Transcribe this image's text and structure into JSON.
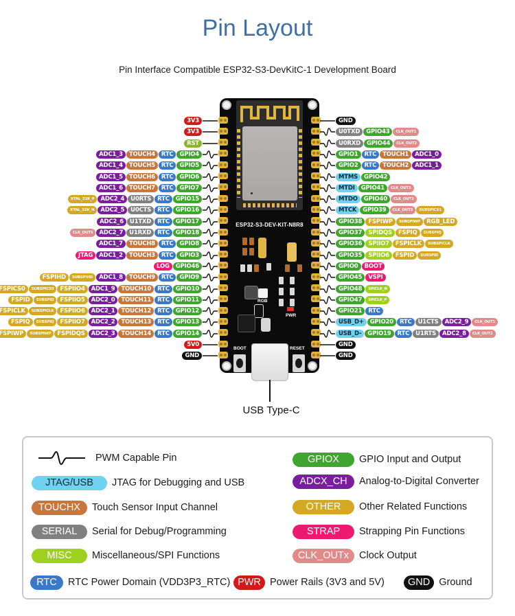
{
  "header": {
    "title": "Pin Layout",
    "subtitle": "Pin Interface Compatible ESP32-S3-DevKitC-1 Development Board"
  },
  "colors": {
    "PWR": "#d21a1a",
    "GND": "#111111",
    "RST": "#8db42a",
    "GPIO": "#3fa52e",
    "RTC": "#3a78c8",
    "TOUCH": "#c8763b",
    "ADC": "#7a1ea0",
    "SERIAL": "#808080",
    "JTAG": "#6fd3ef",
    "OTHER": "#d4a823",
    "MISC": "#9ed11f",
    "STRAP": "#ee1a72",
    "CLK": "#e08a8a",
    "title": "#3f6fa3"
  },
  "board": {
    "model": "ESP32-S3-DEV-KIT-N8R8",
    "labels": {
      "rgb": "RGB",
      "pwr": "PWR",
      "boot": "BOOT",
      "reset": "RESET"
    },
    "usb_label": "USB Type-C"
  },
  "left_pins": [
    {
      "pwm": false,
      "pills": [
        {
          "t": "3V3",
          "c": "PWR"
        }
      ]
    },
    {
      "pwm": false,
      "pills": [
        {
          "t": "3V3",
          "c": "PWR"
        }
      ]
    },
    {
      "pwm": false,
      "pills": [
        {
          "t": "RST",
          "c": "RST"
        }
      ]
    },
    {
      "pwm": true,
      "pills": [
        {
          "t": "GPIO4",
          "c": "GPIO"
        },
        {
          "t": "RTC",
          "c": "RTC"
        },
        {
          "t": "TOUCH4",
          "c": "TOUCH"
        },
        {
          "t": "ADC1_3",
          "c": "ADC"
        }
      ]
    },
    {
      "pwm": true,
      "pills": [
        {
          "t": "GPIO5",
          "c": "GPIO"
        },
        {
          "t": "RTC",
          "c": "RTC"
        },
        {
          "t": "TOUCH5",
          "c": "TOUCH"
        },
        {
          "t": "ADC1_4",
          "c": "ADC"
        }
      ]
    },
    {
      "pwm": true,
      "pills": [
        {
          "t": "GPIO6",
          "c": "GPIO"
        },
        {
          "t": "RTC",
          "c": "RTC"
        },
        {
          "t": "TOUCH6",
          "c": "TOUCH"
        },
        {
          "t": "ADC1_5",
          "c": "ADC"
        }
      ]
    },
    {
      "pwm": true,
      "pills": [
        {
          "t": "GPIO7",
          "c": "GPIO"
        },
        {
          "t": "RTC",
          "c": "RTC"
        },
        {
          "t": "TOUCH7",
          "c": "TOUCH"
        },
        {
          "t": "ADC1_6",
          "c": "ADC"
        }
      ]
    },
    {
      "pwm": true,
      "pills": [
        {
          "t": "GPIO15",
          "c": "GPIO"
        },
        {
          "t": "RTC",
          "c": "RTC"
        },
        {
          "t": "U0RTS",
          "c": "SERIAL"
        },
        {
          "t": "ADC2_4",
          "c": "ADC"
        },
        {
          "t": "XTAL_32K_P",
          "c": "OTHER",
          "sm": true
        }
      ]
    },
    {
      "pwm": true,
      "pills": [
        {
          "t": "GPIO16",
          "c": "GPIO"
        },
        {
          "t": "RTC",
          "c": "RTC"
        },
        {
          "t": "U0CTS",
          "c": "SERIAL"
        },
        {
          "t": "ADC2_5",
          "c": "ADC"
        },
        {
          "t": "XTAL_32K_N",
          "c": "OTHER",
          "sm": true
        }
      ]
    },
    {
      "pwm": true,
      "pills": [
        {
          "t": "GPIO17",
          "c": "GPIO"
        },
        {
          "t": "RTC",
          "c": "RTC"
        },
        {
          "t": "U1TXD",
          "c": "SERIAL"
        },
        {
          "t": "ADC2_6",
          "c": "ADC"
        }
      ]
    },
    {
      "pwm": true,
      "pills": [
        {
          "t": "GPIO18",
          "c": "GPIO"
        },
        {
          "t": "RTC",
          "c": "RTC"
        },
        {
          "t": "U1RXD",
          "c": "SERIAL"
        },
        {
          "t": "ADC2_7",
          "c": "ADC"
        },
        {
          "t": "CLK_OUT3",
          "c": "CLK",
          "sm": true
        }
      ]
    },
    {
      "pwm": true,
      "pills": [
        {
          "t": "GPIO8",
          "c": "GPIO"
        },
        {
          "t": "RTC",
          "c": "RTC"
        },
        {
          "t": "TOUCH8",
          "c": "TOUCH"
        },
        {
          "t": "ADC1_7",
          "c": "ADC"
        }
      ]
    },
    {
      "pwm": true,
      "pills": [
        {
          "t": "GPIO3",
          "c": "GPIO"
        },
        {
          "t": "RTC",
          "c": "RTC"
        },
        {
          "t": "TOUCH3",
          "c": "TOUCH"
        },
        {
          "t": "ADC1_2",
          "c": "ADC"
        },
        {
          "t": "JTAG",
          "c": "STRAP"
        }
      ]
    },
    {
      "pwm": true,
      "pills": [
        {
          "t": "GPIO46",
          "c": "GPIO"
        },
        {
          "t": "LOG",
          "c": "STRAP"
        }
      ]
    },
    {
      "pwm": true,
      "pills": [
        {
          "t": "GPIO9",
          "c": "GPIO"
        },
        {
          "t": "RTC",
          "c": "RTC"
        },
        {
          "t": "TOUCH9",
          "c": "TOUCH"
        },
        {
          "t": "ADC1_8",
          "c": "ADC"
        },
        {
          "t": "SUBSPIHD",
          "c": "OTHER",
          "sm": true
        },
        {
          "t": "FSPIHD",
          "c": "OTHER"
        }
      ]
    },
    {
      "pwm": true,
      "pills": [
        {
          "t": "GPIO10",
          "c": "GPIO"
        },
        {
          "t": "RTC",
          "c": "RTC"
        },
        {
          "t": "TOUCH10",
          "c": "TOUCH"
        },
        {
          "t": "ADC1_9",
          "c": "ADC"
        },
        {
          "t": "FSPIIO4",
          "c": "OTHER"
        },
        {
          "t": "SUBSPICS0",
          "c": "OTHER",
          "sm": true
        },
        {
          "t": "FSPICS0",
          "c": "OTHER"
        }
      ]
    },
    {
      "pwm": true,
      "pills": [
        {
          "t": "GPIO11",
          "c": "GPIO"
        },
        {
          "t": "RTC",
          "c": "RTC"
        },
        {
          "t": "TOUCH11",
          "c": "TOUCH"
        },
        {
          "t": "ADC2_0",
          "c": "ADC"
        },
        {
          "t": "FSPIIO5",
          "c": "OTHER"
        },
        {
          "t": "SUBSPID",
          "c": "OTHER",
          "sm": true
        },
        {
          "t": "FSPID",
          "c": "OTHER"
        }
      ]
    },
    {
      "pwm": true,
      "pills": [
        {
          "t": "GPIO12",
          "c": "GPIO"
        },
        {
          "t": "RTC",
          "c": "RTC"
        },
        {
          "t": "TOUCH12",
          "c": "TOUCH"
        },
        {
          "t": "ADC2_1",
          "c": "ADC"
        },
        {
          "t": "FSPIIO6",
          "c": "OTHER"
        },
        {
          "t": "SUBSPICLK",
          "c": "OTHER",
          "sm": true
        },
        {
          "t": "FSPICLK",
          "c": "OTHER"
        }
      ]
    },
    {
      "pwm": true,
      "pills": [
        {
          "t": "GPIO13",
          "c": "GPIO"
        },
        {
          "t": "RTC",
          "c": "RTC"
        },
        {
          "t": "TOUCH13",
          "c": "TOUCH"
        },
        {
          "t": "ADC2_2",
          "c": "ADC"
        },
        {
          "t": "FSPIIO7",
          "c": "OTHER"
        },
        {
          "t": "SUBSPIQ",
          "c": "OTHER",
          "sm": true
        },
        {
          "t": "FSPIQ",
          "c": "OTHER"
        }
      ]
    },
    {
      "pwm": true,
      "pills": [
        {
          "t": "GPIO14",
          "c": "GPIO"
        },
        {
          "t": "RTC",
          "c": "RTC"
        },
        {
          "t": "TOUCH14",
          "c": "TOUCH"
        },
        {
          "t": "ADC2_3",
          "c": "ADC"
        },
        {
          "t": "FSPIDQS",
          "c": "OTHER"
        },
        {
          "t": "SUBSPIWP",
          "c": "OTHER",
          "sm": true
        },
        {
          "t": "FSPIWP",
          "c": "OTHER"
        }
      ]
    },
    {
      "pwm": false,
      "pills": [
        {
          "t": "5V0",
          "c": "PWR"
        }
      ]
    },
    {
      "pwm": false,
      "pills": [
        {
          "t": "GND",
          "c": "GND"
        }
      ]
    }
  ],
  "right_pins": [
    {
      "pwm": false,
      "pills": [
        {
          "t": "GND",
          "c": "GND"
        }
      ]
    },
    {
      "pwm": true,
      "pills": [
        {
          "t": "U0TXD",
          "c": "SERIAL"
        },
        {
          "t": "GPIO43",
          "c": "GPIO"
        },
        {
          "t": "CLK_OUT1",
          "c": "CLK",
          "sm": true
        }
      ]
    },
    {
      "pwm": true,
      "pills": [
        {
          "t": "U0RXD",
          "c": "SERIAL"
        },
        {
          "t": "GPIO44",
          "c": "GPIO"
        },
        {
          "t": "CLK_OUT2",
          "c": "CLK",
          "sm": true
        }
      ]
    },
    {
      "pwm": true,
      "pills": [
        {
          "t": "GPIO1",
          "c": "GPIO"
        },
        {
          "t": "RTC",
          "c": "RTC"
        },
        {
          "t": "TOUCH1",
          "c": "TOUCH"
        },
        {
          "t": "ADC1_0",
          "c": "ADC"
        }
      ]
    },
    {
      "pwm": true,
      "pills": [
        {
          "t": "GPIO2",
          "c": "GPIO"
        },
        {
          "t": "RTC",
          "c": "RTC"
        },
        {
          "t": "TOUCH2",
          "c": "TOUCH"
        },
        {
          "t": "ADC1_1",
          "c": "ADC"
        }
      ]
    },
    {
      "pwm": true,
      "pills": [
        {
          "t": "MTMS",
          "c": "JTAG",
          "dark": true
        },
        {
          "t": "GPIO42",
          "c": "GPIO"
        }
      ]
    },
    {
      "pwm": true,
      "pills": [
        {
          "t": "MTDI",
          "c": "JTAG",
          "dark": true
        },
        {
          "t": "GPIO41",
          "c": "GPIO"
        },
        {
          "t": "CLK_OUT1",
          "c": "CLK",
          "sm": true
        }
      ]
    },
    {
      "pwm": true,
      "pills": [
        {
          "t": "MTDO",
          "c": "JTAG",
          "dark": true
        },
        {
          "t": "GPIO40",
          "c": "GPIO"
        },
        {
          "t": "CLK_OUT2",
          "c": "CLK",
          "sm": true
        }
      ]
    },
    {
      "pwm": true,
      "pills": [
        {
          "t": "MTCK",
          "c": "JTAG",
          "dark": true
        },
        {
          "t": "GPIO39",
          "c": "GPIO"
        },
        {
          "t": "CLK_OUT3",
          "c": "CLK",
          "sm": true
        },
        {
          "t": "SUBSPICS1",
          "c": "OTHER",
          "sm": true
        }
      ]
    },
    {
      "pwm": true,
      "pills": [
        {
          "t": "GPIO38",
          "c": "GPIO"
        },
        {
          "t": "FSPIWP",
          "c": "OTHER"
        },
        {
          "t": "SUBSPIWP",
          "c": "OTHER",
          "sm": true
        },
        {
          "t": "RGB_LED",
          "c": "OTHER"
        }
      ]
    },
    {
      "pwm": true,
      "pills": [
        {
          "t": "GPIO37",
          "c": "GPIO"
        },
        {
          "t": "SPIDQS",
          "c": "MISC"
        },
        {
          "t": "FSPIQ",
          "c": "OTHER"
        },
        {
          "t": "SUBSPIQ",
          "c": "OTHER",
          "sm": true
        }
      ]
    },
    {
      "pwm": true,
      "pills": [
        {
          "t": "GPIO36",
          "c": "GPIO"
        },
        {
          "t": "SPIIO7",
          "c": "MISC"
        },
        {
          "t": "FSPICLK",
          "c": "OTHER"
        },
        {
          "t": "SUBSPICLK",
          "c": "OTHER",
          "sm": true
        }
      ]
    },
    {
      "pwm": true,
      "pills": [
        {
          "t": "GPIO35",
          "c": "GPIO"
        },
        {
          "t": "SPIIO6",
          "c": "MISC"
        },
        {
          "t": "FSPID",
          "c": "OTHER"
        },
        {
          "t": "SUBSPID",
          "c": "OTHER",
          "sm": true
        }
      ]
    },
    {
      "pwm": true,
      "pills": [
        {
          "t": "GPIO0",
          "c": "GPIO"
        },
        {
          "t": "BOOT",
          "c": "STRAP"
        }
      ]
    },
    {
      "pwm": true,
      "pills": [
        {
          "t": "GPIO45",
          "c": "GPIO"
        },
        {
          "t": "VSPI",
          "c": "STRAP"
        }
      ]
    },
    {
      "pwm": true,
      "pills": [
        {
          "t": "GPIO48",
          "c": "GPIO"
        },
        {
          "t": "SPICLK_N",
          "c": "MISC",
          "sm": true
        }
      ]
    },
    {
      "pwm": true,
      "pills": [
        {
          "t": "GPIO47",
          "c": "GPIO"
        },
        {
          "t": "SPICLK_P",
          "c": "MISC",
          "sm": true
        }
      ]
    },
    {
      "pwm": true,
      "pills": [
        {
          "t": "GPIO21",
          "c": "GPIO"
        },
        {
          "t": "RTC",
          "c": "RTC"
        }
      ]
    },
    {
      "pwm": true,
      "pills": [
        {
          "t": "USB_D+",
          "c": "JTAG",
          "dark": true
        },
        {
          "t": "GPIO20",
          "c": "GPIO"
        },
        {
          "t": "RTC",
          "c": "RTC"
        },
        {
          "t": "U1CTS",
          "c": "SERIAL"
        },
        {
          "t": "ADC2_9",
          "c": "ADC"
        },
        {
          "t": "CLK_OUT1",
          "c": "CLK",
          "sm": true
        }
      ]
    },
    {
      "pwm": true,
      "pills": [
        {
          "t": "USB_D-",
          "c": "JTAG",
          "dark": true
        },
        {
          "t": "GPIO19",
          "c": "GPIO"
        },
        {
          "t": "RTC",
          "c": "RTC"
        },
        {
          "t": "U1RTS",
          "c": "SERIAL"
        },
        {
          "t": "ADC2_8",
          "c": "ADC"
        },
        {
          "t": "CLK_OUT2",
          "c": "CLK",
          "sm": true
        }
      ]
    },
    {
      "pwm": false,
      "pills": [
        {
          "t": "GND",
          "c": "GND"
        }
      ]
    },
    {
      "pwm": false,
      "pills": [
        {
          "t": "GND",
          "c": "GND"
        }
      ]
    }
  ],
  "legend": {
    "pwm": {
      "text": "PWM Capable Pin"
    },
    "items": [
      {
        "pill": "JTAG/USB",
        "c": "JTAG",
        "text": "JTAG for Debugging and USB",
        "dark": true
      },
      {
        "pill": "TOUCHX",
        "c": "TOUCH",
        "text": "Touch Sensor Input Channel"
      },
      {
        "pill": "SERIAL",
        "c": "SERIAL",
        "text": "Serial for Debug/Programming"
      },
      {
        "pill": "MISC",
        "c": "MISC",
        "text": "Miscellaneous/SPI Functions"
      },
      {
        "pill": "RTC",
        "c": "RTC",
        "text": "RTC Power Domain (VDD3P3_RTC)"
      },
      {
        "pill": "GPIOX",
        "c": "GPIO",
        "text": "GPIO Input and Output"
      },
      {
        "pill": "ADCX_CH",
        "c": "ADC",
        "text": "Analog-to-Digital Converter"
      },
      {
        "pill": "OTHER",
        "c": "OTHER",
        "text": "Other Related Functions"
      },
      {
        "pill": "STRAP",
        "c": "STRAP",
        "text": "Strapping Pin Functions"
      },
      {
        "pill": "CLK_OUTx",
        "c": "CLK",
        "text": "Clock Output"
      },
      {
        "pill": "PWR",
        "c": "PWR",
        "text": "Power Rails (3V3 and 5V)"
      },
      {
        "pill": "GND",
        "c": "GND",
        "text": "Ground"
      }
    ]
  }
}
